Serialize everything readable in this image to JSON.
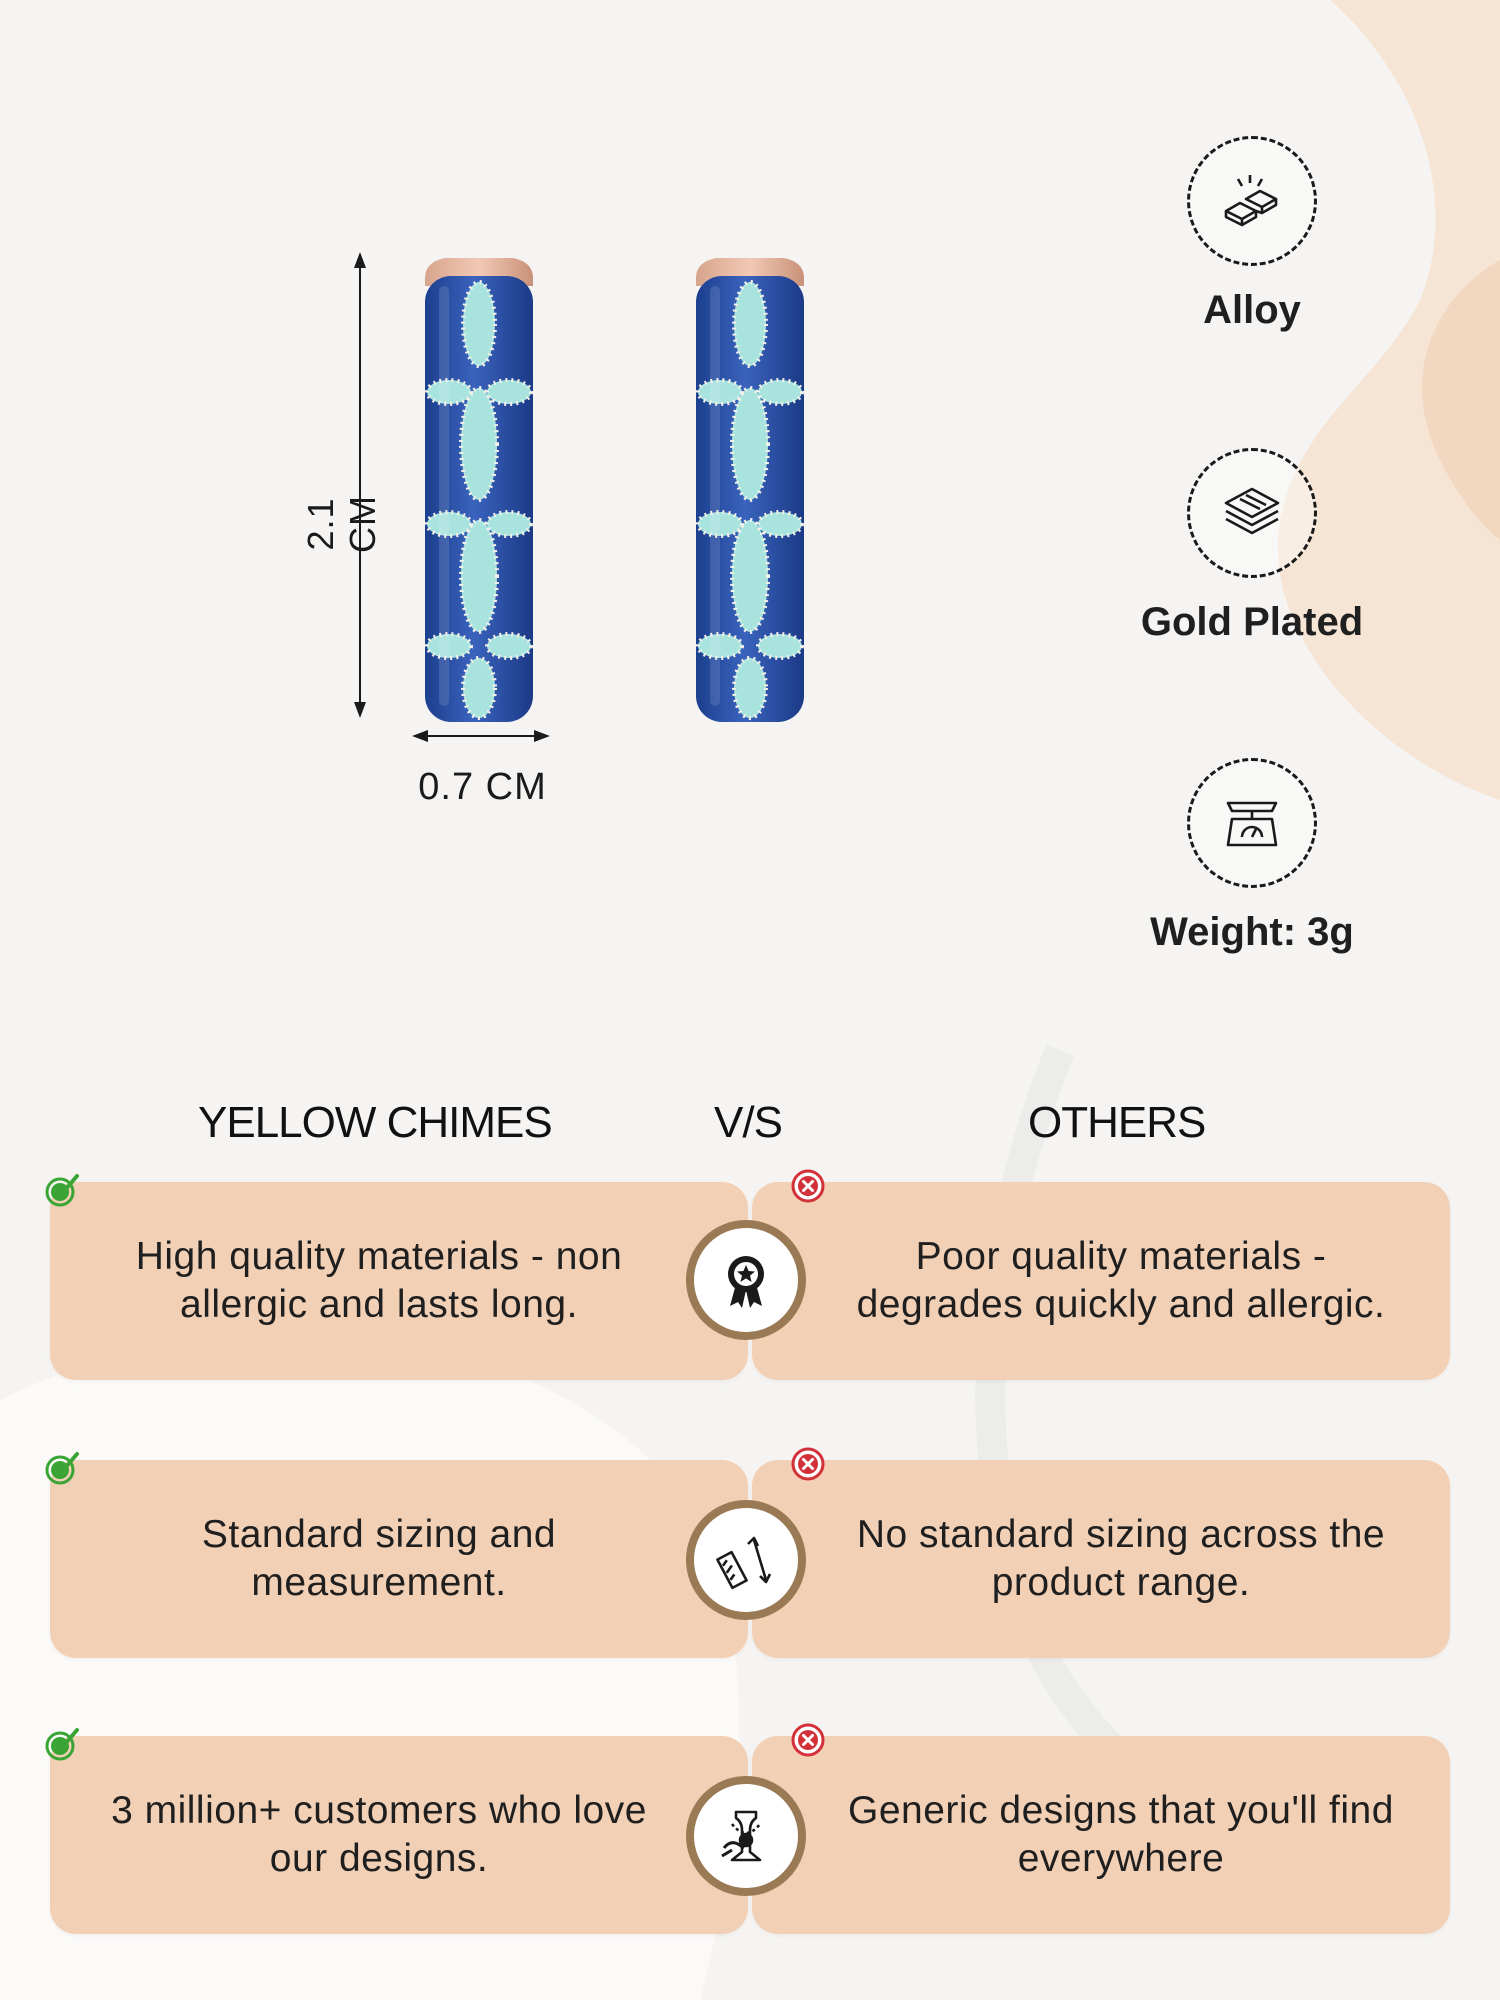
{
  "product": {
    "height_label": "2.1 CM",
    "width_label": "0.7 CM"
  },
  "features": [
    {
      "icon": "gold-bars-icon",
      "label": "Alloy"
    },
    {
      "icon": "layers-icon",
      "label": "Gold Plated"
    },
    {
      "icon": "weighing-scale-icon",
      "label": "Weight: 3g"
    }
  ],
  "comparison": {
    "brand_header": "YELLOW CHIMES",
    "vs_header": "V/S",
    "others_header": "OTHERS",
    "rows": [
      {
        "ours": "High quality materials - non allergic and lasts long.",
        "theirs": "Poor quality materials - degrades quickly and allergic.",
        "icon": "quality-badge-icon"
      },
      {
        "ours": "Standard sizing and measurement.",
        "theirs": "No standard sizing across the product range.",
        "icon": "ruler-measure-icon"
      },
      {
        "ours": "3 million+ customers who love our designs.",
        "theirs": "Generic designs that you'll find everywhere",
        "icon": "jewelry-display-icon"
      }
    ]
  },
  "colors": {
    "card": "#f2d0b6",
    "badge_ring": "#9a7a55",
    "enamel_blue": "#2b52a6",
    "enamel_mint": "#a9e3de",
    "check_green": "#3aa535",
    "cross_red": "#d3313a"
  }
}
